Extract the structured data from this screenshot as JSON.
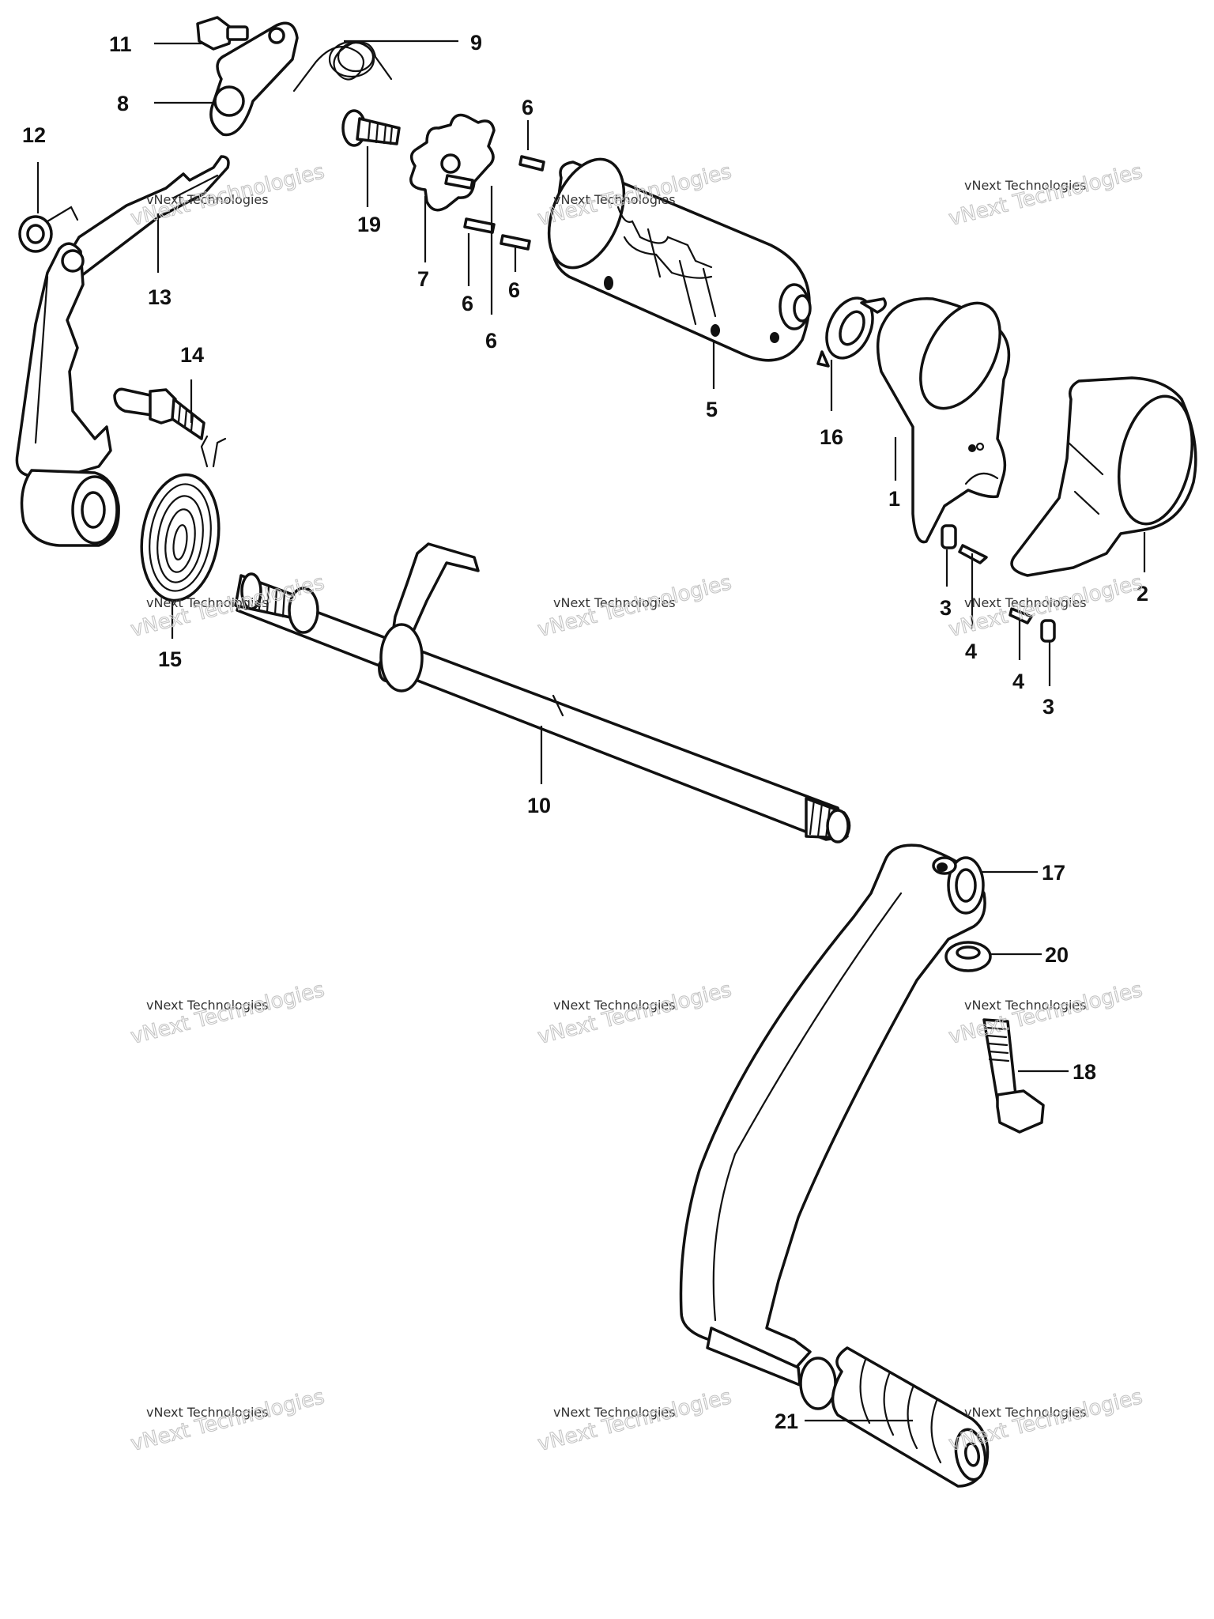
{
  "diagram": {
    "callouts": [
      "1",
      "2",
      "3",
      "3",
      "4",
      "4",
      "5",
      "6",
      "6",
      "6",
      "6",
      "7",
      "8",
      "9",
      "10",
      "11",
      "12",
      "13",
      "14",
      "15",
      "16",
      "17",
      "18",
      "19",
      "20",
      "21"
    ]
  },
  "watermark": {
    "text": "vNext Technologies"
  }
}
